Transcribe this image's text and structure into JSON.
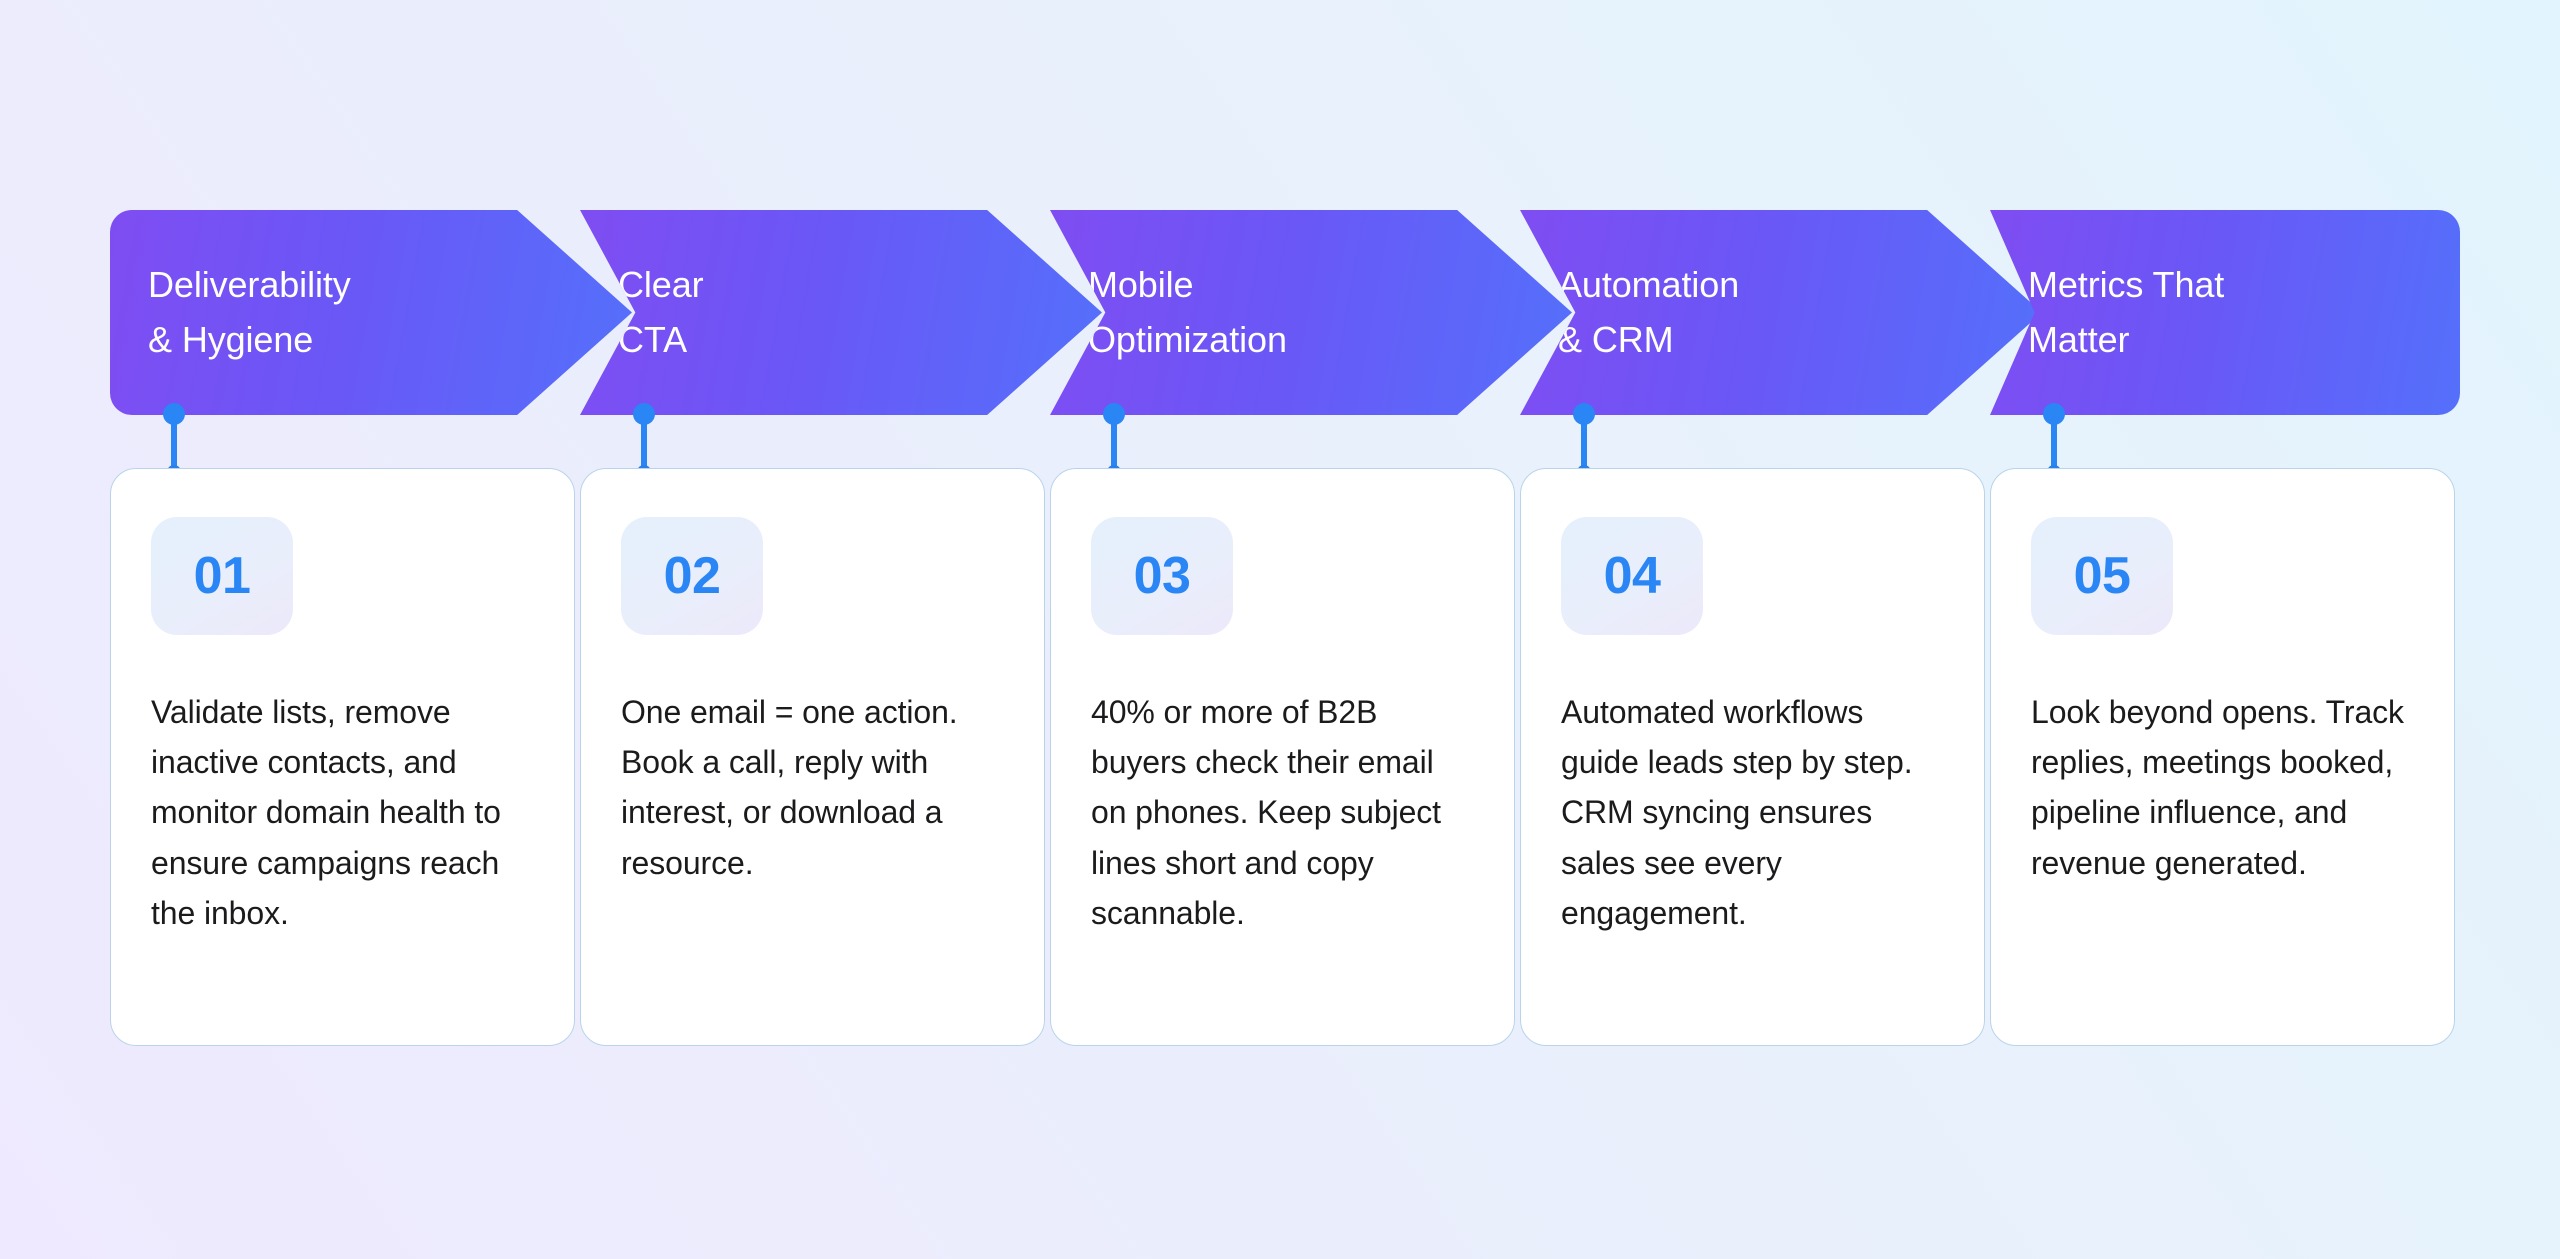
{
  "background": {
    "gradient_from": "#efe9ff",
    "gradient_to": "#e2f4fd"
  },
  "theme": {
    "chevron_gradient_start": "#7f4df2",
    "chevron_gradient_end": "#5470fb",
    "connector_color": "#2a85f5",
    "badge_number_color": "#2a85f5",
    "card_border_color": "#b9d4ea",
    "card_background": "#ffffff",
    "body_text_color": "#1b1b1d",
    "chevron_text_color": "#ffffff"
  },
  "steps": [
    {
      "number": "01",
      "title": "Deliverability\n& Hygiene",
      "body": "Validate lists, remove inactive contacts, and monitor domain health to ensure campaigns reach the inbox."
    },
    {
      "number": "02",
      "title": "Clear\nCTA",
      "body": "One email = one action. Book a call, reply with interest, or download a resource."
    },
    {
      "number": "03",
      "title": "Mobile\nOptimization",
      "body": "40% or more of B2B buyers check their email on phones. Keep subject lines short and copy scannable."
    },
    {
      "number": "04",
      "title": "Automation\n& CRM",
      "body": "Automated workflows guide leads step by step. CRM syncing ensures sales see every engagement."
    },
    {
      "number": "05",
      "title": "Metrics That\nMatter",
      "body": "Look beyond opens. Track replies, meetings booked, pipeline influence, and revenue generated."
    }
  ]
}
